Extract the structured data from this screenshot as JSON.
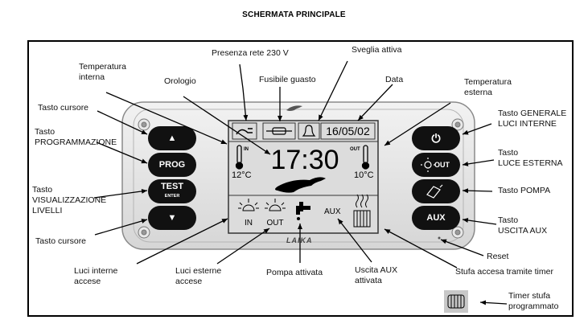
{
  "title": "SCHERMATA PRINCIPALE",
  "device": {
    "brand": "LAIKA",
    "buttons_left": [
      {
        "id": "up",
        "label": "▲"
      },
      {
        "id": "prog",
        "label": "PROG"
      },
      {
        "id": "test",
        "label": "TEST",
        "sub": "ENTER"
      },
      {
        "id": "down",
        "label": "▼"
      }
    ],
    "buttons_right": [
      {
        "id": "power",
        "label": "⏻"
      },
      {
        "id": "light",
        "label": "OUT"
      },
      {
        "id": "pump",
        "label": ""
      },
      {
        "id": "aux",
        "label": "AUX"
      }
    ],
    "lcd": {
      "date": "16/05/02",
      "time": "17:30",
      "temp_in_label": "IN",
      "temp_in": "12°C",
      "temp_out_label": "OUT",
      "temp_out": "10°C",
      "light_in": "IN",
      "light_out": "OUT",
      "aux": "AUX"
    }
  },
  "labels": {
    "presenza": "Presenza rete 230 V",
    "sveglia": "Sveglia attiva",
    "fusibile": "Fusibile guasto",
    "data": "Data",
    "temp_int": "Temperatura\ninterna",
    "orologio": "Orologio",
    "temp_est": "Temperatura\nesterna",
    "cursore_top": "Tasto cursore",
    "programmazione": "Tasto\nPROGRAMMAZIONE",
    "visualizzazione": "Tasto\nVISUALIZZAZIONE\nLIVELLI",
    "cursore_bot": "Tasto cursore",
    "generale": "Tasto GENERALE\nLUCI INTERNE",
    "luce_est": "Tasto\nLUCE ESTERNA",
    "pompa_tasto": "Tasto POMPA",
    "uscita_aux": "Tasto\nUSCITA AUX",
    "reset": "Reset",
    "stufa_timer": "Stufa accesa tramite timer",
    "luci_int": "Luci interne\naccese",
    "luci_est": "Luci esterne\naccese",
    "pompa_att": "Pompa attivata",
    "aux_att": "Uscita AUX\nattivata",
    "timer_prog": "Timer stufa\nprogrammato"
  }
}
